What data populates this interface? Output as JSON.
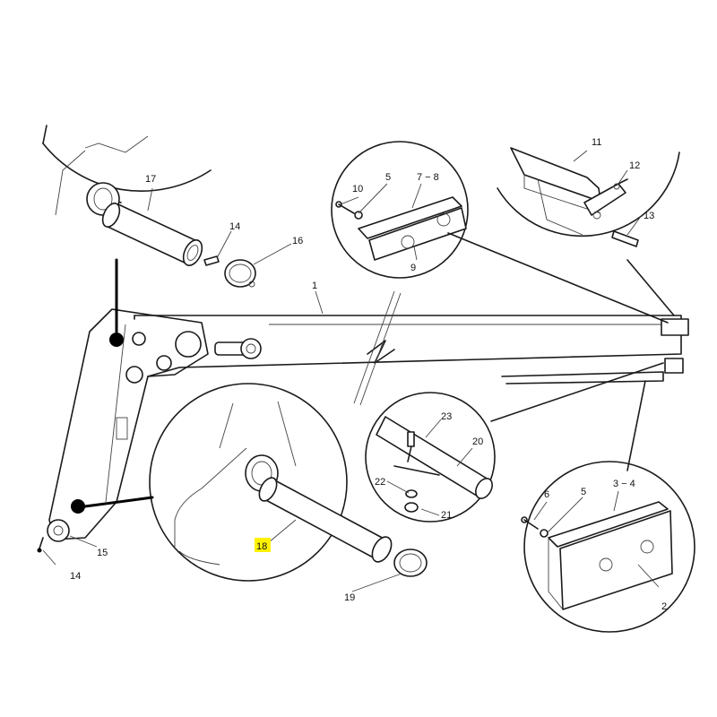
{
  "callouts": [
    {
      "id": "c1",
      "text": "1"
    },
    {
      "id": "c2",
      "text": "2"
    },
    {
      "id": "c3_4",
      "text": "3 − 4"
    },
    {
      "id": "c5a",
      "text": "5"
    },
    {
      "id": "c5b",
      "text": "5"
    },
    {
      "id": "c6",
      "text": "6"
    },
    {
      "id": "c7_8",
      "text": "7 − 8"
    },
    {
      "id": "c9",
      "text": "9"
    },
    {
      "id": "c10",
      "text": "10"
    },
    {
      "id": "c11",
      "text": "11"
    },
    {
      "id": "c12",
      "text": "12"
    },
    {
      "id": "c13",
      "text": "13"
    },
    {
      "id": "c14a",
      "text": "14"
    },
    {
      "id": "c14b",
      "text": "14"
    },
    {
      "id": "c15",
      "text": "15"
    },
    {
      "id": "c16",
      "text": "16"
    },
    {
      "id": "c17",
      "text": "17"
    },
    {
      "id": "c18",
      "text": "18",
      "highlighted": true
    },
    {
      "id": "c19",
      "text": "19"
    },
    {
      "id": "c20",
      "text": "20"
    },
    {
      "id": "c21",
      "text": "21"
    },
    {
      "id": "c22",
      "text": "22"
    },
    {
      "id": "c23",
      "text": "23"
    }
  ],
  "highlight_color": "#fff200"
}
